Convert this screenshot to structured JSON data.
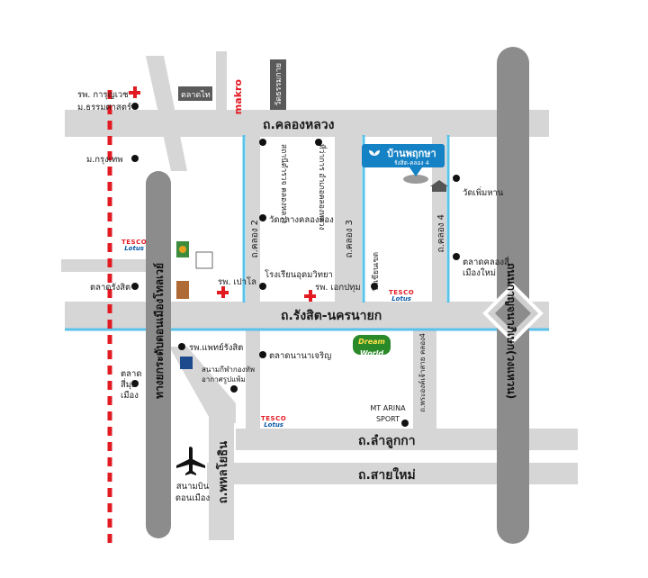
{
  "roads": {
    "khlong_luang": "ถ.คลองหลวง",
    "rangsit_nakhonnayok": "ถ.รังสิต-นครนายก",
    "lam_luk_ka": "ถ.ลำลูกกา",
    "sai_mai": "ถ.สายใหม่",
    "phahonyothin": "ถ.พหลโยธิน",
    "vibhavadi": "ทางยกระดับดอนเมืองโทลเวย์",
    "kanchanaphisek": "ถนนกาญจนาภิเษก(วงแหวน)",
    "khlong2": "ถ.คลอง 2",
    "khlong3": "ถ.คลอง 3",
    "khlong4": "ถ.คลอง 4",
    "phrongphrai": "ถ.พระองค์เจ้าสาย คลอง4"
  },
  "pois": {
    "hosp_karunvej": "รพ. การุญเวช",
    "thammasat": "ม.ธรรมศาสตร์",
    "bangkok_u": "ม.กรุงเทพ",
    "market_rangsit": "ตลาดรังสิต",
    "hosp_paolo": "รพ. เปาโล",
    "hosp_phaet_rangsit": "รพ.แพทย์รังสิต",
    "market_si_muang": "ตลาด สี่มุมเมือง",
    "stadium": "สนามกีฬากองทัพ อากาศรูปแพ้ม",
    "airport": "สนามบิน ดอนเมือง",
    "talat_thai": "ตลาดไท",
    "makro": "makro",
    "wat_thammakai": "วัดธรรมกาย",
    "khlong_luang_office": "สถานีตำรวจ คลองหลวง",
    "district_office": "ที่ว่าการ อำเภอคลองหลวง",
    "wat_klang": "วัดกลางคลองสอง",
    "udom_school": "โรงเรียนอุดมวิทยา",
    "hosp_pathum": "รพ. เอกปทุม",
    "market_nana": "ตลาดนานาเจริญ",
    "wat_khian": "วัดเขียนเขต",
    "wat_phuean": "วัดเพิ่มหาน",
    "market_khlong": "ตลาดคลองสี่ เมืองใหม่",
    "mt_arena": "MT ARINA SPORT",
    "dreamworld_1": "Dream",
    "dreamworld_2": "World"
  },
  "tesco": {
    "top": "TESCO",
    "bottom": "Lotus"
  },
  "project": {
    "name": "บ้านพฤกษา",
    "sub": "รังสิต-คลอง 4"
  },
  "colors": {
    "road": "#d2d2d2",
    "highway": "#8c8c8c",
    "canal": "#59c3ea",
    "railway": "#e21b23",
    "project": "#1582c5"
  },
  "icons": [
    "airplane-icon",
    "hospital-cross-icon",
    "location-pin-icon",
    "tesco-lotus-logo"
  ]
}
